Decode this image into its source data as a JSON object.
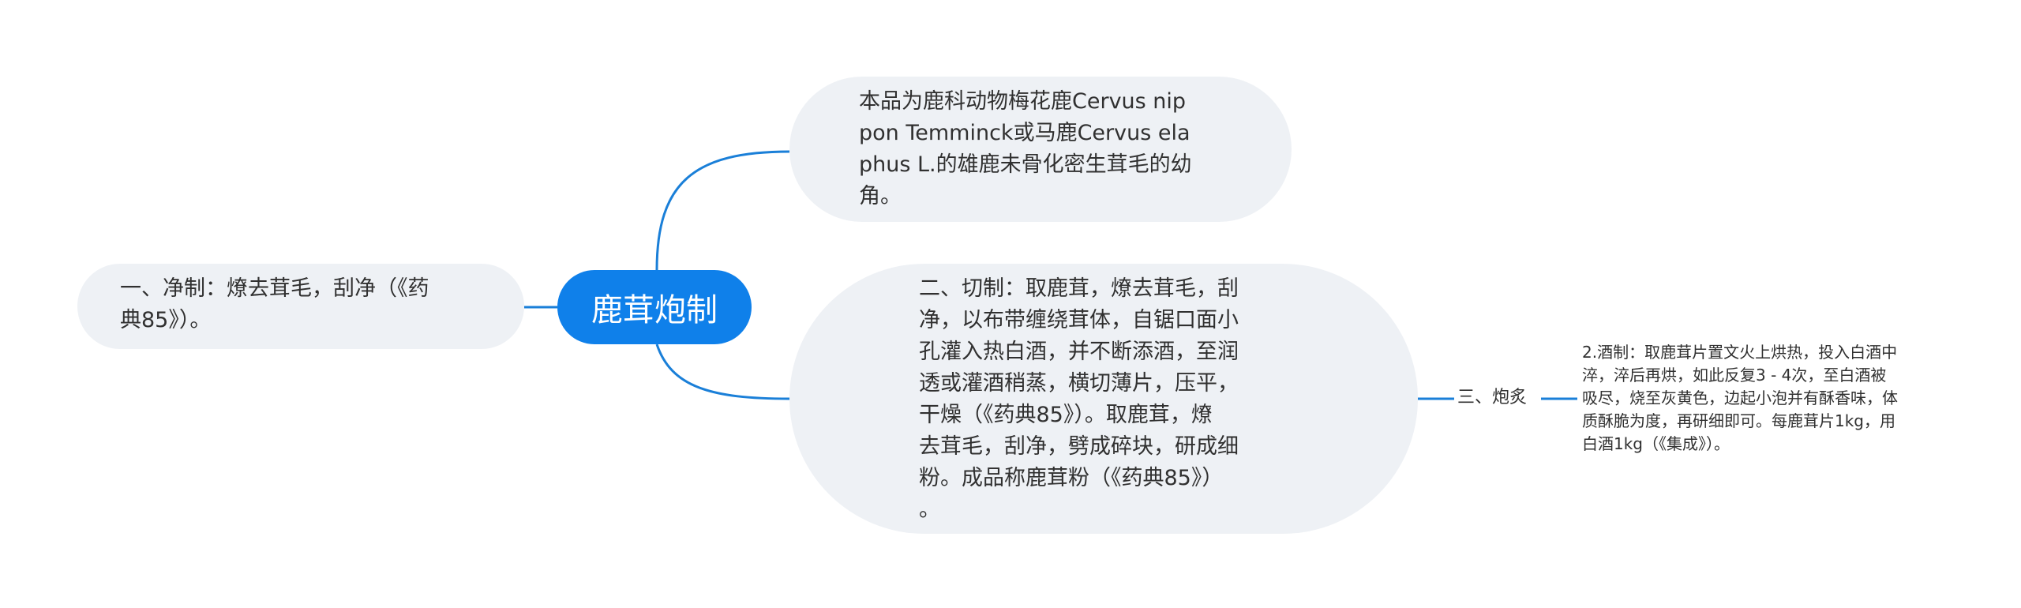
{
  "central": {
    "label": "鹿茸炮制"
  },
  "branches": {
    "source": {
      "text": "本品为鹿科动物梅花鹿Cervus nip\npon Temminck或马鹿Cervus ela\nphus L.的雄鹿未骨化密生茸毛的幼\n角。"
    },
    "purification": {
      "text": "一、净制：燎去茸毛，刮净（《药\n典85》）。"
    },
    "cutting": {
      "text": "二、切制：取鹿茸，燎去茸毛，刮\n净，以布带缠绕茸体，自锯口面小\n孔灌入热白酒，并不断添酒，至润\n透或灌酒稍蒸，横切薄片，压平，\n干燥（《药典85》）。取鹿茸，燎\n去茸毛，刮净，劈成碎块，研成细\n粉。成品称鹿茸粉（《药典85》）\n。"
    },
    "processing": {
      "label": "三、炮炙",
      "detail": "2.酒制：取鹿茸片置文火上烘热，投入白酒中\n淬，淬后再烘，如此反复3 - 4次，至白酒被\n吸尽，烧至灰黄色，边起小泡并有酥香味，体\n质酥脆为度，再研细即可。每鹿茸片1kg，用\n白酒1kg（《集成》）。"
    }
  },
  "colors": {
    "central_fill": "#0f80ea",
    "connector": "#1a7fd8",
    "node_fill": "#eef1f5",
    "text": "#303030"
  }
}
